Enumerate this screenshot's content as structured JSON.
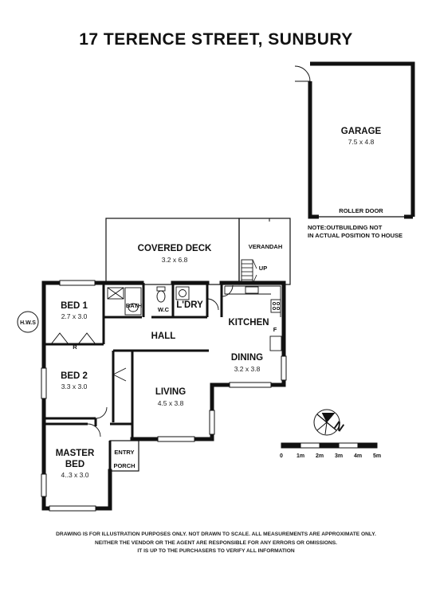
{
  "title": "17 TERENCE STREET, SUNBURY",
  "rooms": {
    "garage": {
      "name": "GARAGE",
      "size": "7.5 x 4.8"
    },
    "roller_door": "ROLLER DOOR",
    "covered_deck": {
      "name": "COVERED DECK",
      "size": "3.2 x 6.8"
    },
    "verandah": "VERANDAH",
    "up": "UP",
    "bed1": {
      "name": "BED 1",
      "size": "2.7 x 3.0"
    },
    "bath": "BATH",
    "wc": "W.C",
    "laundry": "L'DRY",
    "kitchen": "KITCHEN",
    "fridge": "F",
    "robe": "R",
    "hall": "HALL",
    "dining": {
      "name": "DINING",
      "size": "3.2 x 3.8"
    },
    "bed2": {
      "name": "BED 2",
      "size": "3.3 x 3.0"
    },
    "living": {
      "name": "LIVING",
      "size": "4.5 x 3.8"
    },
    "master": {
      "line1": "MASTER",
      "line2": "BED",
      "size": "4..3  x 3.0"
    },
    "entry": {
      "line1": "ENTRY",
      "line2": "PORCH"
    },
    "hws": "H.W.S"
  },
  "note": {
    "line1": "NOTE:OUTBUILDING  NOT",
    "line2": "IN ACTUAL  POSITION TO  HOUSE"
  },
  "compass": {
    "label": "N"
  },
  "scale": {
    "ticks": [
      "0",
      "1m",
      "2m",
      "3m",
      "4m",
      "5m"
    ]
  },
  "disclaimer": [
    "DRAWING IS FOR ILLUSTRATION PURPOSES ONLY. NOT DRAWN TO SCALE. ALL MEASUREMENTS ARE APPROXIMATE ONLY.",
    "NEITHER THE VENDOR OR THE AGENT ARE RESPONSIBLE FOR ANY ERRORS OR OMISSIONS.",
    "IT IS UP TO THE PURCHASERS TO VERIFY ALL INFORMATION"
  ]
}
